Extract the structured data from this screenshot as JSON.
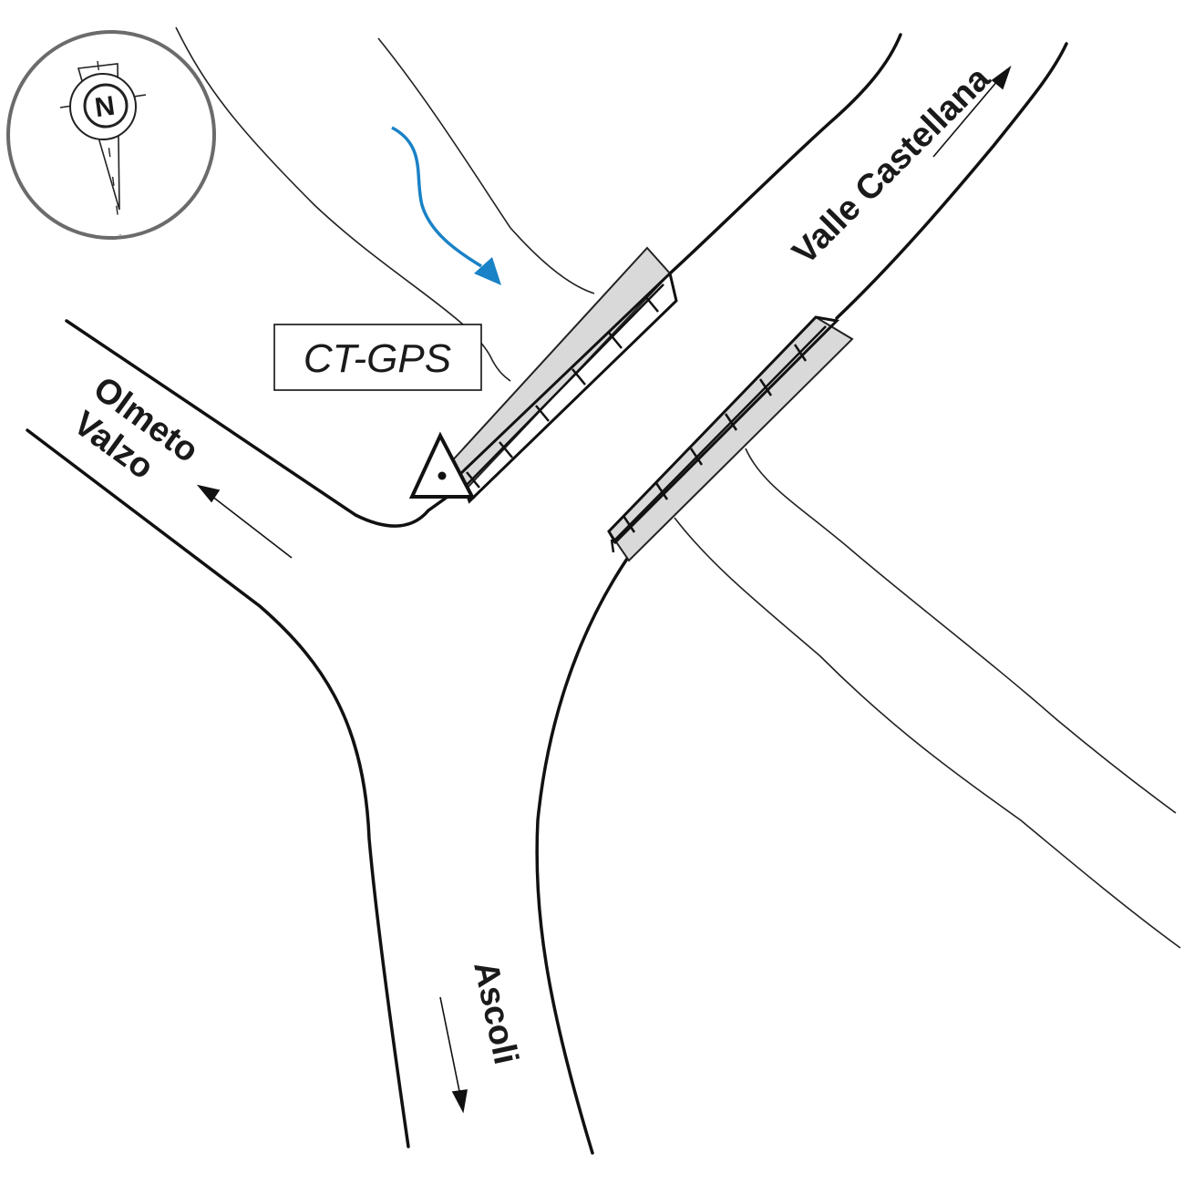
{
  "map": {
    "station_label": "CT-GPS",
    "compass_letter": "N",
    "destinations": {
      "olmeto": "Olmeto",
      "valzo": "Valzo",
      "valle_castellana": "Valle Castellana",
      "ascoli": "Ascoli"
    },
    "colors": {
      "road_line": "#111111",
      "stream_line": "#222222",
      "water_flow": "#1a82c6",
      "bridge_fill": "#d9d9d9",
      "compass_ring": "#6b6b6b"
    },
    "icons": [
      "compass-rose-icon",
      "water-flow-arrow-icon",
      "station-triangle-icon"
    ]
  }
}
